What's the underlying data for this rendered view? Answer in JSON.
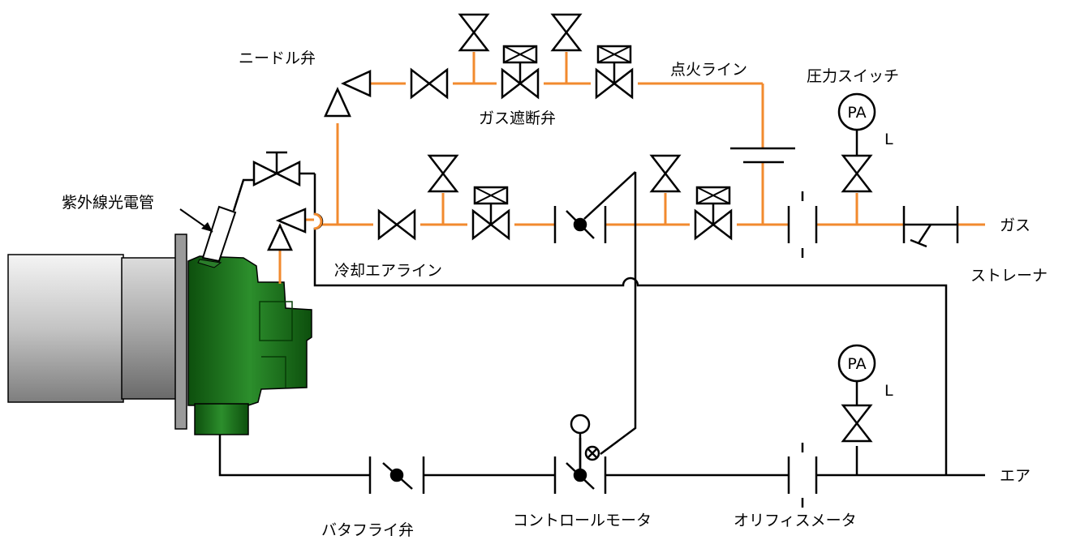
{
  "labels": {
    "needle_valve": "ニードル弁",
    "gas_shutoff_valve": "ガス遮断弁",
    "ignition_line": "点火ライン",
    "pressure_switch": "圧力スイッチ",
    "uv_tube": "紫外線光電管",
    "cooling_air_line": "冷却エアライン",
    "gas": "ガス",
    "strainer": "ストレーナ",
    "air": "エア",
    "butterfly_valve": "バタフライ弁",
    "control_motor": "コントロールモータ",
    "orifice_meter": "オリフィスメータ",
    "pa_upper": "PA",
    "pa_upper_l": "L",
    "pa_lower": "PA",
    "pa_lower_l": "L"
  },
  "colors": {
    "gas_line": "#F28A2E",
    "air_line": "#000000",
    "burner_green": "#1E7A1E",
    "burner_gray": "#C8C8C8"
  }
}
